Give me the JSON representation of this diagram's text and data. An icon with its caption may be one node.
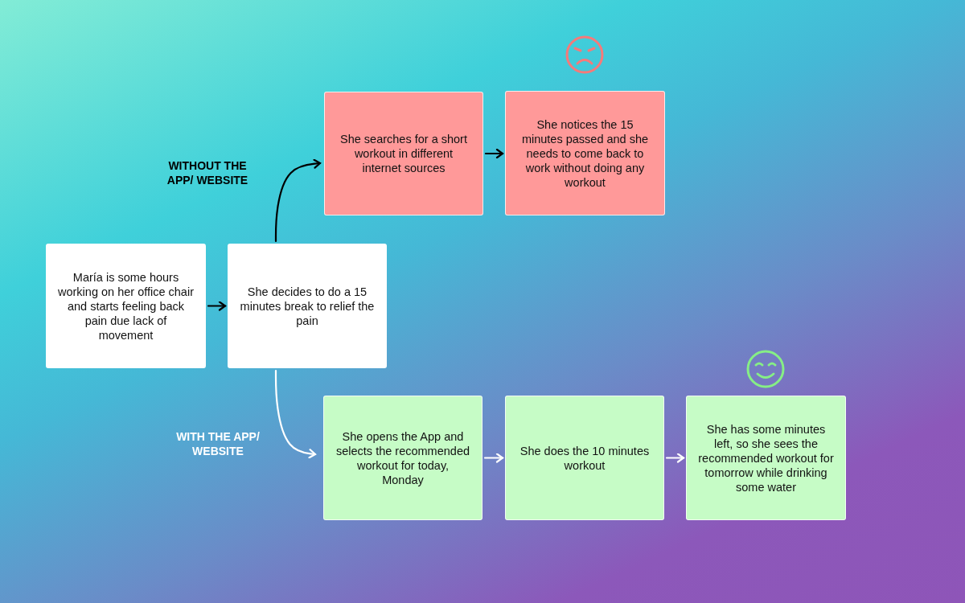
{
  "diagram": {
    "nodes": [
      {
        "text": [
          "María is some hours working on her office chair and starts feeling back pain due lack of movement"
        ]
      },
      {
        "text": [
          "She decides to do a 15 minutes break to relief the pain"
        ]
      },
      {
        "text": [
          "She searches for a short workout in different internet sources"
        ]
      },
      {
        "text": [
          "She notices the 15 minutes passed and she needs to come back to work without doing any workout"
        ]
      },
      {
        "text": [
          "She opens the App and selects the recommended workout for today, Monday"
        ]
      },
      {
        "text": [
          "She does the 10 minutes workout"
        ]
      },
      {
        "text": [
          "She has some minutes left, so she sees the recommended workout for tomorrow while drinking some water"
        ]
      }
    ],
    "edges": [
      {
        "from": 0,
        "to": 1,
        "arrow": "to",
        "color": "#000000"
      },
      {
        "from": 1,
        "to": 2,
        "arrow": "to",
        "label": "WITHOUT THE APP/ WEBSITE",
        "color": "#000000"
      },
      {
        "from": 2,
        "to": 3,
        "arrow": "to",
        "color": "#000000"
      },
      {
        "from": 1,
        "to": 4,
        "arrow": "to",
        "label": "WITH THE APP/ WEBSITE",
        "color": "#ffffff"
      },
      {
        "from": 4,
        "to": 5,
        "arrow": "to",
        "color": "#ffffff"
      },
      {
        "from": 5,
        "to": 6,
        "arrow": "to",
        "color": "#ffffff"
      }
    ]
  }
}
